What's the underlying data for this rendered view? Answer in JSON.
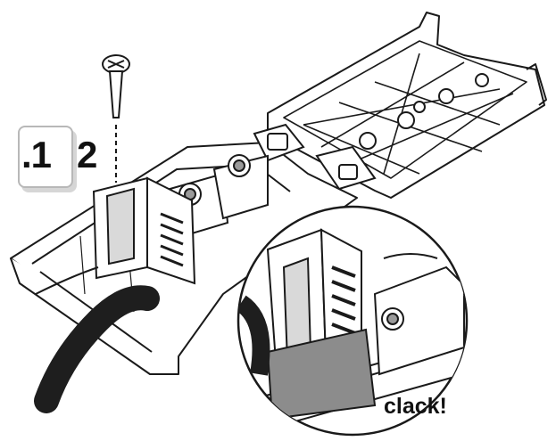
{
  "step": {
    "current": ".1",
    "next": "2"
  },
  "sound_effect": "clack!",
  "colors": {
    "line": "#1a1a1a",
    "plastic": "#ffffff",
    "shade": "#8c8c8c",
    "cable": "#1e1e1e"
  }
}
